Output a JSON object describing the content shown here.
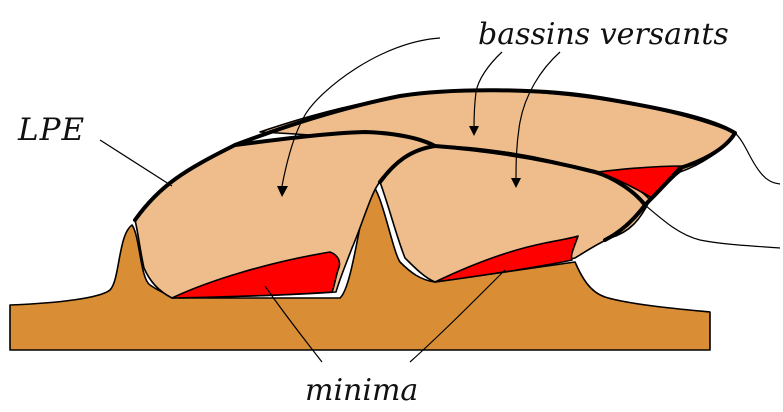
{
  "labels": {
    "watersheds": "bassins versants",
    "divide": "LPE",
    "minima": "minima"
  },
  "colors": {
    "terrain": "#D98E36",
    "basin": "#EEBD8B",
    "minimum": "#FF0000",
    "line": "#000000",
    "background": "#FFFFFF"
  }
}
